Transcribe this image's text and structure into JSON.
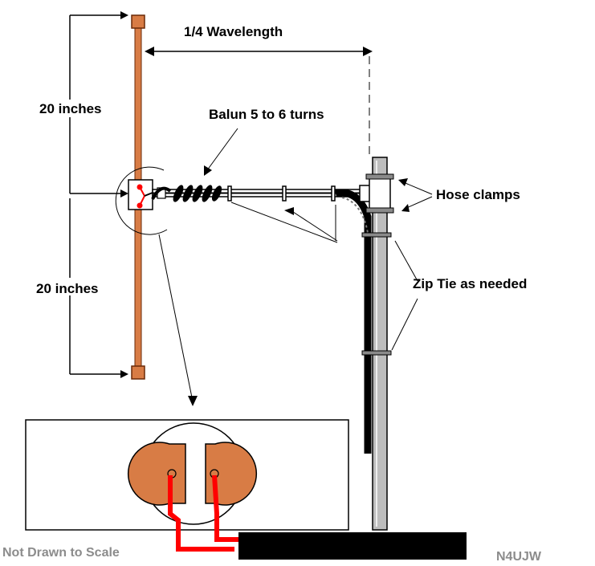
{
  "labels": {
    "wavelength": "1/4 Wavelength",
    "upper_length": "20 inches",
    "lower_length": "20 inches",
    "balun": "Balun 5 to 6 turns",
    "hose_clamps": "Hose clamps",
    "zip_tie": "Zip Tie as needed",
    "scale_note": "Not Drawn to Scale",
    "callsign": "N4UJW"
  },
  "colors": {
    "copper": "#d87c45",
    "copper_dark": "#8a3a12",
    "mast": "#bdbdbd",
    "coax": "#000000",
    "wire": "#ff0000"
  }
}
